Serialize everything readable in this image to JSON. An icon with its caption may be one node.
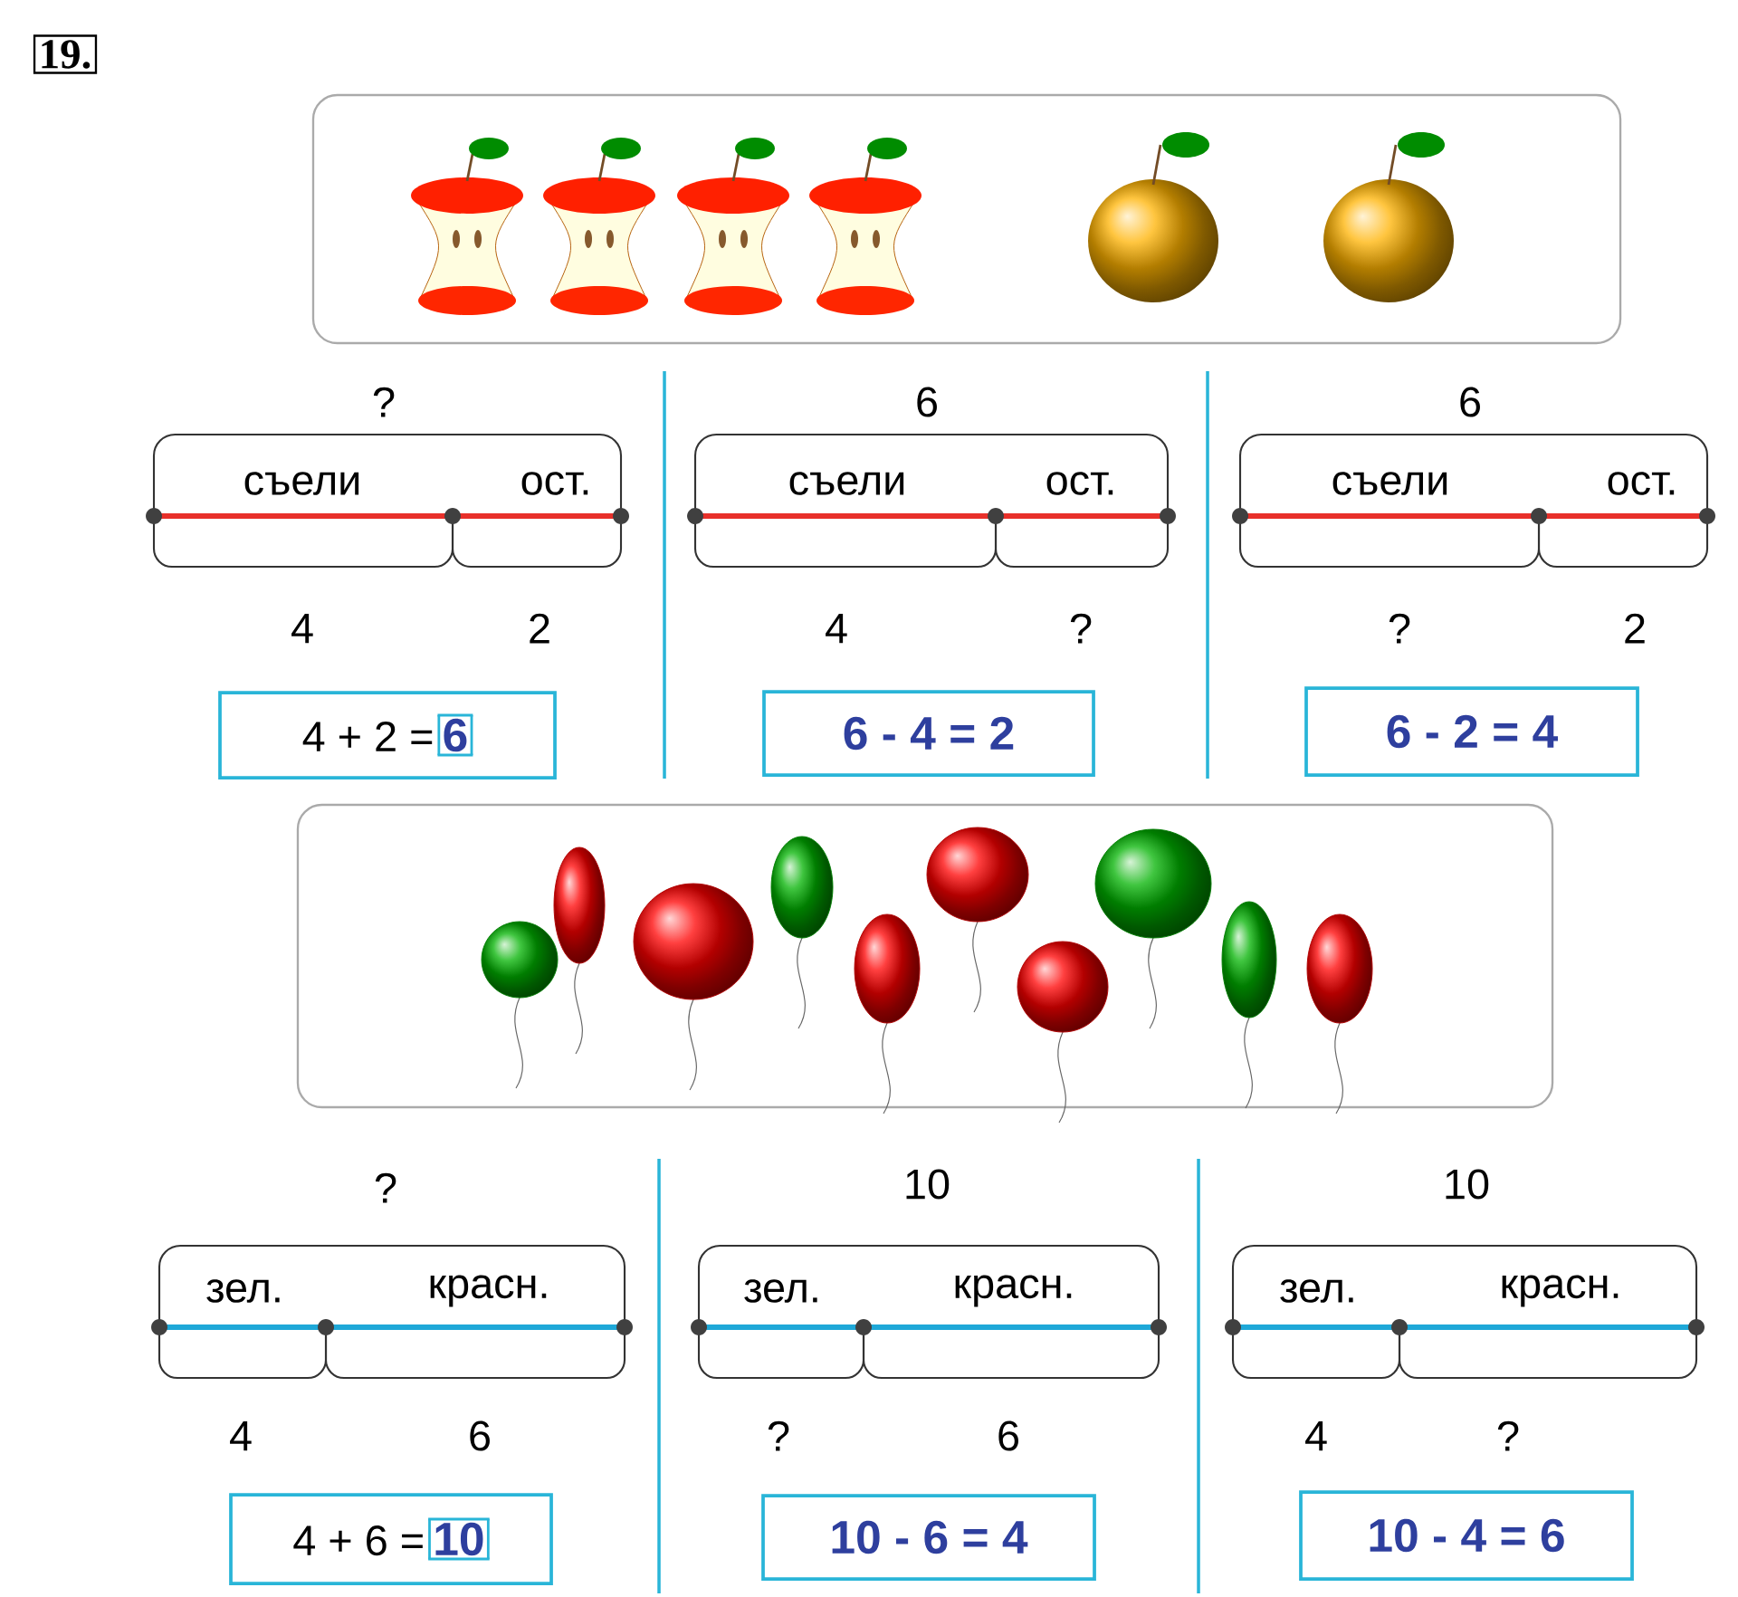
{
  "diagram": {
    "nodes": [
      {
        "text": [],
        "shape": "picture"
      },
      {
        "text": [
          "4 + 2 =",
          "6"
        ]
      },
      {
        "text": [
          "6 - 4 = 2"
        ]
      },
      {
        "text": [
          "6 - 2 = 4"
        ]
      },
      {
        "text": [],
        "shape": "picture"
      },
      {
        "text": [
          "4 + 6 =",
          "10"
        ]
      },
      {
        "text": [
          "10 - 6 = 4"
        ]
      },
      {
        "text": [
          "10 - 4 = 6"
        ]
      }
    ],
    "labels": [
      "19.",
      "?",
      "6",
      "6",
      "съели",
      "ост.",
      "съели",
      "ост.",
      "съели",
      "ост.",
      "4",
      "2",
      "4",
      "?",
      "?",
      "2",
      "?",
      "10",
      "10",
      "зел.",
      "красн.",
      "зел.",
      "красн.",
      "зел.",
      "красн.",
      "4",
      "6",
      "?",
      "6",
      "4",
      "?"
    ]
  }
}
